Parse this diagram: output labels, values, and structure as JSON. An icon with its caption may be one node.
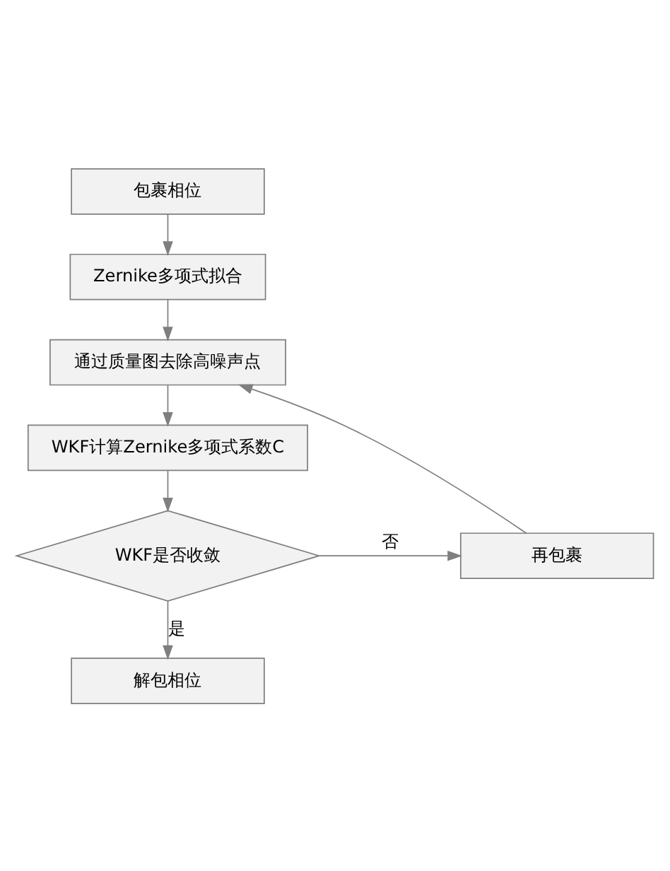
{
  "diagram": {
    "nodes": [
      {
        "text": [
          "包裹相位"
        ]
      },
      {
        "text": [
          "Zernike多项式拟合"
        ]
      },
      {
        "text": [
          "通过质量图去除高噪声点"
        ]
      },
      {
        "text": [
          "WKF计算Zernike多项式系数C"
        ]
      },
      {
        "text": [
          "WKF是否收敛"
        ]
      },
      {
        "text": [
          "再包裹"
        ]
      },
      {
        "text": [
          "解包相位"
        ]
      }
    ],
    "edges": [
      {
        "from": 0,
        "to": 1,
        "arrow": "to"
      },
      {
        "from": 1,
        "to": 2,
        "arrow": "to"
      },
      {
        "from": 2,
        "to": 3,
        "arrow": "to"
      },
      {
        "from": 3,
        "to": 4,
        "arrow": "to"
      },
      {
        "from": 4,
        "to": 5,
        "arrow": "to",
        "label": "否"
      },
      {
        "from": 5,
        "to": 2,
        "arrow": "to"
      },
      {
        "from": 4,
        "to": 6,
        "arrow": "to",
        "label": "是"
      }
    ]
  }
}
